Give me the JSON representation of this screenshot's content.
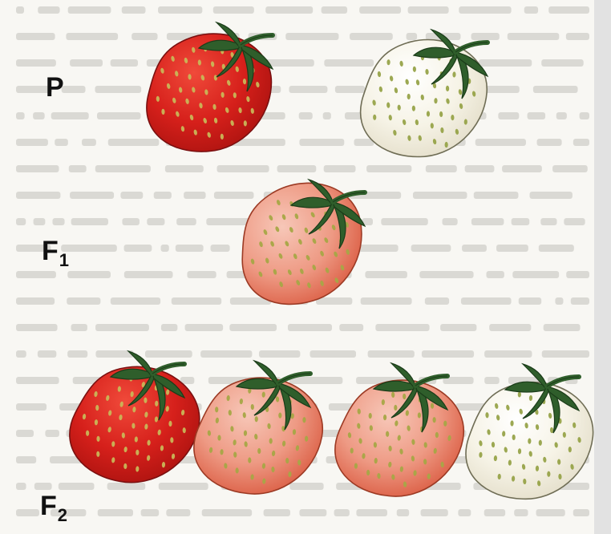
{
  "labels": {
    "parental": "P",
    "f1_letter": "F",
    "f1_sub": "1",
    "f2_letter": "F",
    "f2_sub": "2"
  },
  "colors": {
    "background": "#e9e9e9",
    "page": "#f7f6f2",
    "text_bleed": "#b9b8b2",
    "red_fruit": "#d7211d",
    "pink_fruit": "#f19a87",
    "white_fruit": "#f6f4e8",
    "leaves": "#2d5a2a",
    "seeds": "#a8b14a"
  },
  "fruits": [
    {
      "generation": "P",
      "color": "red"
    },
    {
      "generation": "P",
      "color": "white"
    },
    {
      "generation": "F1",
      "color": "pink"
    },
    {
      "generation": "F2",
      "color": "red"
    },
    {
      "generation": "F2",
      "color": "pink"
    },
    {
      "generation": "F2",
      "color": "pink"
    },
    {
      "generation": "F2",
      "color": "white"
    }
  ]
}
